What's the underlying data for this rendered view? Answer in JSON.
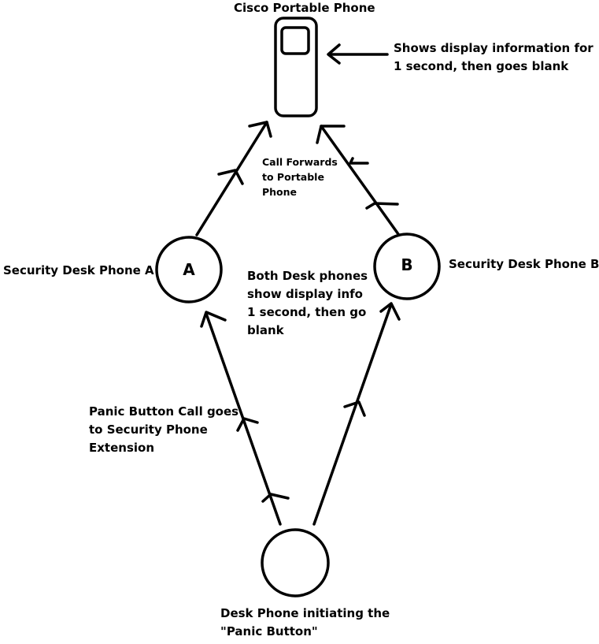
{
  "portable_phone": {
    "title": "Cisco Portable Phone"
  },
  "portable_note": {
    "lines": [
      "Shows display information for",
      "1 second, then goes blank"
    ]
  },
  "forward_note": {
    "lines": [
      "Call Forwards",
      "to Portable",
      "Phone"
    ]
  },
  "node_a": {
    "letter": "A",
    "label": "Security Desk Phone A"
  },
  "node_b": {
    "letter": "B",
    "label": "Security Desk Phone B"
  },
  "desk_note": {
    "lines": [
      "Both Desk phones",
      "show display info",
      "1 second, then go",
      "blank"
    ]
  },
  "panic_note": {
    "lines": [
      "Panic Button Call goes",
      "to Security Phone",
      "Extension"
    ]
  },
  "origin": {
    "lines": [
      "Desk Phone initiating the",
      "\"Panic Button\""
    ]
  }
}
